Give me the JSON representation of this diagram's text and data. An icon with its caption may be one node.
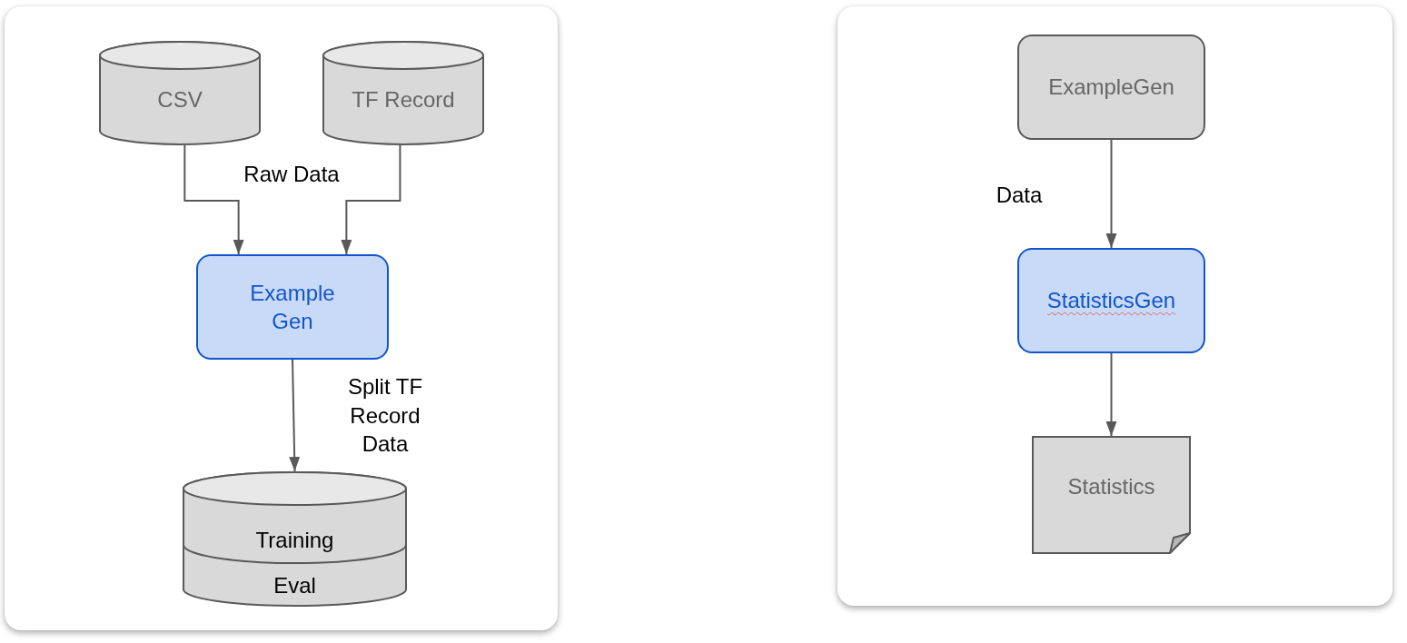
{
  "diagram": {
    "nodes": [
      {
        "text": [],
        "shape": "box"
      },
      {
        "text": [
          "CSV"
        ],
        "in": 0
      },
      {
        "text": [
          "TF Record"
        ],
        "in": 0
      },
      {
        "text": [
          "Example Gen"
        ],
        "in": 0
      },
      {
        "text": [
          "Training",
          "Eval"
        ],
        "in": 0
      },
      {
        "text": [],
        "shape": "box"
      },
      {
        "text": [
          "ExampleGen"
        ],
        "in": 5
      },
      {
        "text": [
          "StatisticsGen"
        ],
        "in": 5
      },
      {
        "text": [
          "Statistics"
        ],
        "in": 5
      }
    ],
    "edges": [
      {
        "from": 1,
        "to": 3,
        "arrow": "to"
      },
      {
        "from": 2,
        "to": 3,
        "arrow": "to"
      },
      {
        "from": 3,
        "to": 4,
        "arrow": "to",
        "label": "Split TF Record Data"
      },
      {
        "from": 6,
        "to": 7,
        "arrow": "to",
        "label": "Data"
      },
      {
        "from": 7,
        "to": 8,
        "arrow": "to"
      }
    ],
    "labels": [
      "Raw Data"
    ]
  }
}
